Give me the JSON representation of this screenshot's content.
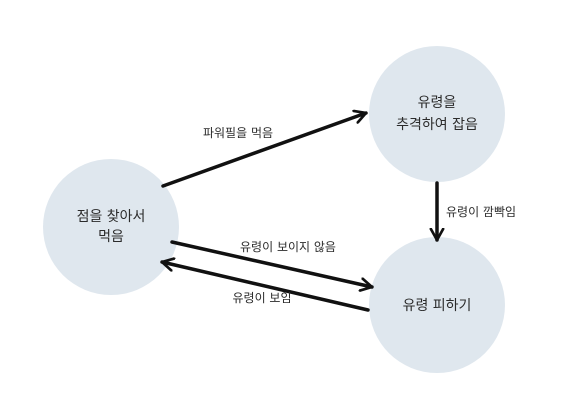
{
  "colors": {
    "background": "#ffffff",
    "state_fill": "#dfe7ee",
    "arrow": "#111111",
    "text": "#2b2b2b"
  },
  "states": {
    "eat": {
      "lines": [
        "점을 찾아서",
        "먹음"
      ]
    },
    "chase": {
      "lines": [
        "유령을",
        "추격하여 잡음"
      ]
    },
    "flee": {
      "lines": [
        "유령 피하기"
      ]
    }
  },
  "transitions": {
    "eat_to_chase": {
      "label": "파워필을 먹음"
    },
    "chase_to_flee": {
      "label": "유령이 깜빡임"
    },
    "eat_to_flee": {
      "label": "유령이 보이지 않음"
    },
    "flee_to_eat": {
      "label": "유령이 보임"
    }
  }
}
